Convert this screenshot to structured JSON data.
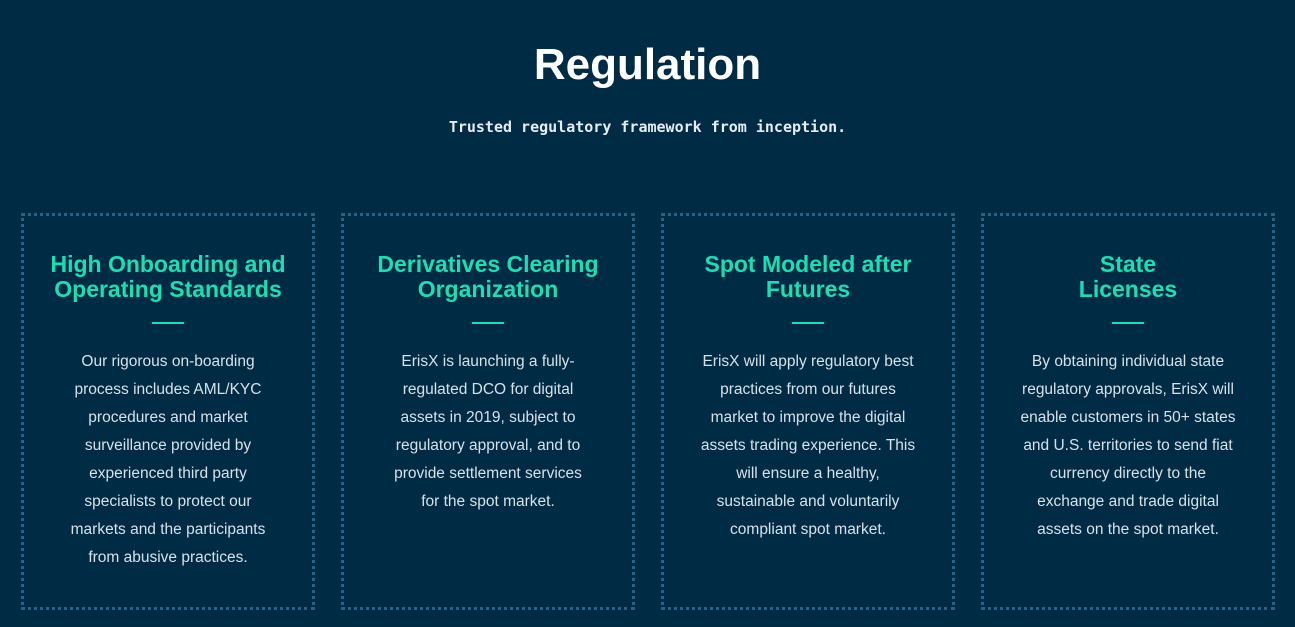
{
  "section": {
    "title": "Regulation",
    "subtitle": "Trusted regulatory framework from inception."
  },
  "cards": [
    {
      "title": "High Onboarding and Operating Standards",
      "body": "Our rigorous on-boarding process includes AML/KYC procedures and market surveillance provided by experienced third party specialists to protect our markets and the participants from abusive practices."
    },
    {
      "title": "Derivatives Clearing Organization",
      "body": "ErisX is launching a fully-regulated DCO for digital assets in 2019, subject to regulatory approval, and to provide settlement services for the spot market."
    },
    {
      "title": "Spot Modeled after Futures",
      "body": "ErisX will apply regulatory best practices from our futures market to improve the digital assets trading experience. This will ensure a healthy, sustainable and voluntarily compliant spot market."
    },
    {
      "title": "State Licenses",
      "body": "By obtaining individual state regulatory approvals, ErisX will enable customers in 50+ states and U.S. territories to send fiat currency directly to the exchange and trade digital assets on the spot market."
    }
  ],
  "colors": {
    "background": "#002b45",
    "accent": "#18e0b4",
    "card_border": "#2a6286",
    "heading": "#ffffff",
    "body_text": "#d7e1e8"
  }
}
